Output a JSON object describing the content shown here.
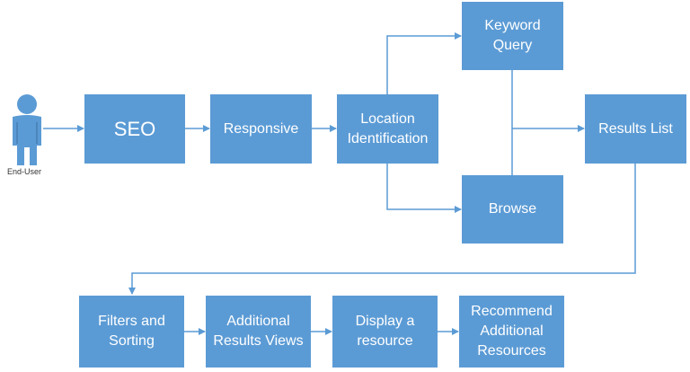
{
  "actor": {
    "label": "End-User",
    "icon": "user-icon"
  },
  "nodes": {
    "seo": "SEO",
    "responsive": "Responsive",
    "location": "Location\nIdentification",
    "keyword": "Keyword\nQuery",
    "browse": "Browse",
    "results": "Results List",
    "filters": "Filters and\nSorting",
    "additional_views": "Additional\nResults Views",
    "display": "Display a\nresource",
    "recommend": "Recommend\nAdditional\nResources"
  },
  "colors": {
    "box_fill": "#5b9bd5",
    "connector": "#5b9bd5",
    "text": "#ffffff"
  }
}
